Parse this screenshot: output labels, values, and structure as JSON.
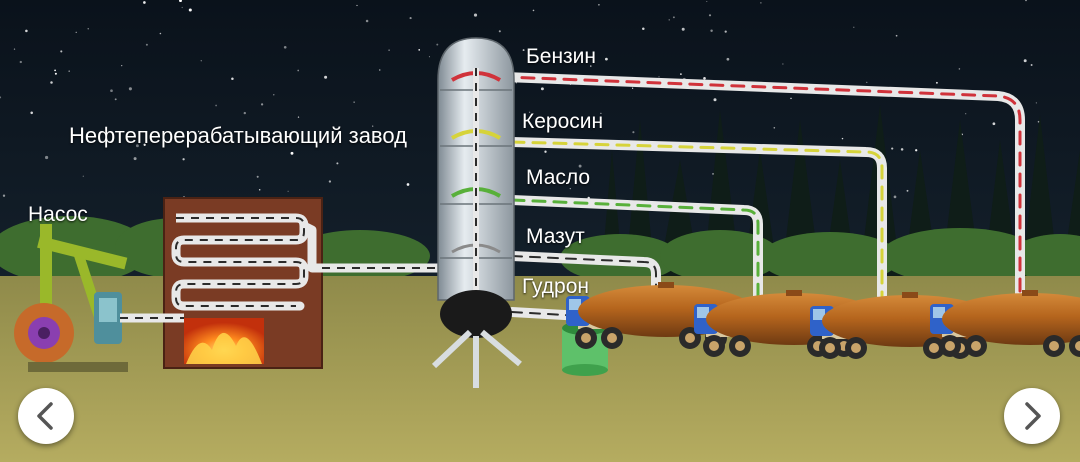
{
  "title": "Нефтеперерабатывающий завод",
  "labels": {
    "pump": "Насос",
    "gasoline": "Бензин",
    "kerosene": "Керосин",
    "oil": "Масло",
    "fuel_oil": "Мазут",
    "tar": "Гудрон"
  },
  "nav": {
    "prev_icon": "chevron-left-icon",
    "next_icon": "chevron-right-icon"
  },
  "colors": {
    "sky": "#0b141d",
    "ground": "#a49c54",
    "tanker": "#b5651d",
    "pipe": "#e8e8e8",
    "gasoline_line": "#d0323a",
    "kerosene_line": "#d6d33a",
    "oil_line": "#58b03a",
    "furnace": "#7a3b24"
  }
}
